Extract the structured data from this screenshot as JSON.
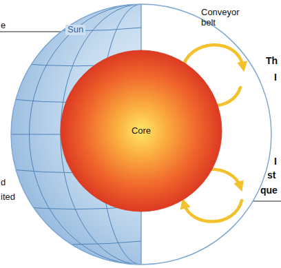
{
  "diagram": {
    "nodes": [
      {
        "text": [
          "Sun"
        ]
      },
      {
        "text": [
          "Core"
        ],
        "in": 0
      }
    ],
    "labels": [
      "Conveyor belt",
      "e",
      "d",
      "ited",
      "Th",
      "I",
      "I",
      "st",
      "que"
    ]
  }
}
